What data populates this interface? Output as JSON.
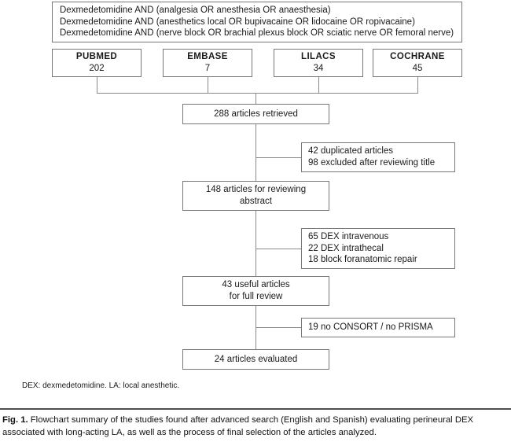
{
  "figure": {
    "query_box": {
      "lines": [
        "Dexmedetomidine AND (analgesia OR anesthesia OR anaesthesia)",
        "Dexmedetomidine AND (anesthetics local OR bupivacaine OR lidocaine OR ropivacaine)",
        "Dexmedetomidine AND (nerve block OR brachial plexus block OR sciatic nerve OR femoral nerve)"
      ]
    },
    "databases": [
      {
        "name": "PUBMED",
        "count": "202"
      },
      {
        "name": "EMBASE",
        "count": "7"
      },
      {
        "name": "LILACS",
        "count": "34"
      },
      {
        "name": "COCHRANE",
        "count": "45"
      }
    ],
    "flow": {
      "retrieved": {
        "lines": [
          "288 articles retrieved"
        ]
      },
      "abstract": {
        "lines": [
          "148 articles for reviewing",
          "abstract"
        ]
      },
      "full_review": {
        "lines": [
          "43 useful articles",
          "for full review"
        ]
      },
      "evaluated": {
        "lines": [
          "24 articles evaluated"
        ]
      }
    },
    "exclusions": [
      {
        "lines": [
          "42 duplicated articles",
          "98 excluded after reviewing title"
        ]
      },
      {
        "lines": [
          "65 DEX intravenous",
          "22 DEX intrathecal",
          "18 block foranatomic repair"
        ]
      },
      {
        "lines": [
          "19 no CONSORT / no PRISMA"
        ]
      }
    ],
    "footnote": "DEX: dexmedetomidine. LA: local anesthetic.",
    "caption": {
      "label": "Fig. 1.",
      "text": "Flowchart summary of the studies found after advanced search (English and Spanish) evaluating perineural DEX associated with long-acting LA, as well as the process of final selection of the articles analyzed."
    },
    "colors": {
      "box_border": "#777777",
      "connector": "#8a8a8a",
      "text": "#1a1a1a",
      "rule": "#4d4d4d"
    }
  }
}
